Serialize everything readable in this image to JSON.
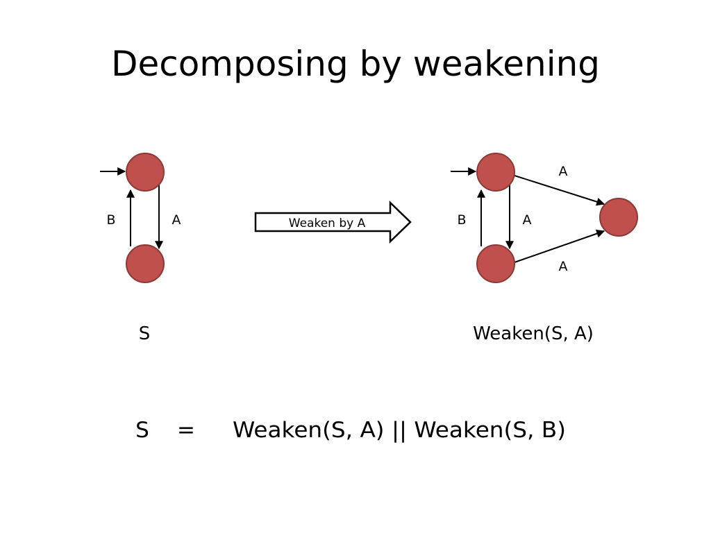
{
  "slide": {
    "title": "Decomposing by weakening"
  },
  "left_graph": {
    "edge_label_b": "B",
    "edge_label_a": "A",
    "caption": "S"
  },
  "transform_arrow": {
    "label": "Weaken by A"
  },
  "right_graph": {
    "edge_label_b": "B",
    "edge_label_a": "A",
    "edge_label_top": "A",
    "edge_label_bottom": "A",
    "caption": "Weaken(S, A)"
  },
  "equation": {
    "lhs": "S",
    "op": "=",
    "rhs": "Weaken(S, A) || Weaken(S, B)"
  },
  "colors": {
    "node_fill": "#c0504d",
    "node_stroke": "#8c3836"
  }
}
